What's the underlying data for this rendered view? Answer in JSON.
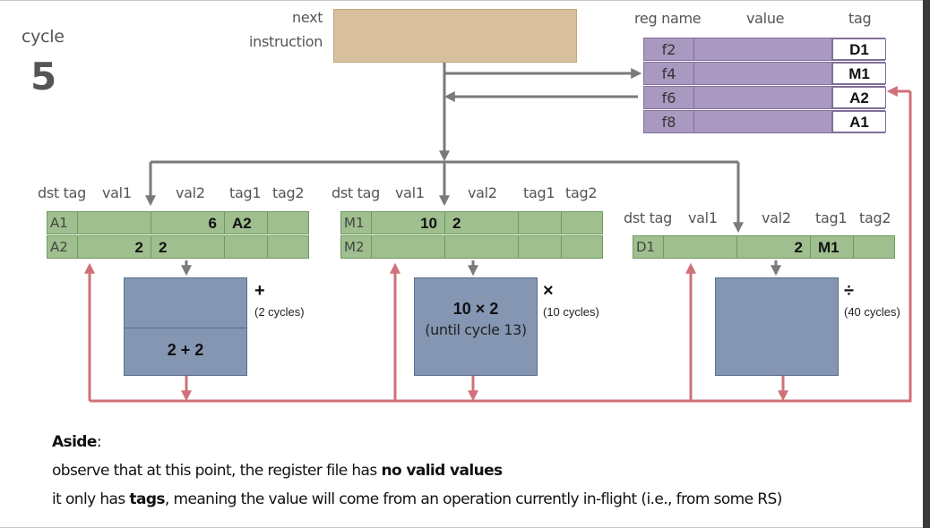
{
  "cycle": {
    "label": "cycle",
    "number": "5"
  },
  "next_instruction": {
    "label_line1": "next",
    "label_line2": "instruction"
  },
  "register_file": {
    "headers": {
      "name": "reg name",
      "value": "value",
      "tag": "tag"
    },
    "rows": [
      {
        "name": "f2",
        "value": "",
        "tag": "D1"
      },
      {
        "name": "f4",
        "value": "",
        "tag": "M1"
      },
      {
        "name": "f6",
        "value": "",
        "tag": "A2"
      },
      {
        "name": "f8",
        "value": "",
        "tag": "A1"
      }
    ]
  },
  "rs_headers": {
    "dst_tag": "dst tag",
    "val1": "val1",
    "val2": "val2",
    "tag1": "tag1",
    "tag2": "tag2"
  },
  "adder": {
    "rows": [
      {
        "dst": "A1",
        "val1": "",
        "val2": "6",
        "tag1": "A2",
        "tag2": ""
      },
      {
        "dst": "A2",
        "val1": "2",
        "val2": "2",
        "tag1": "",
        "tag2": ""
      }
    ],
    "op": "+",
    "latency": "(2 cycles)",
    "stage1": "",
    "stage2": "2 + 2"
  },
  "multiplier": {
    "rows": [
      {
        "dst": "M1",
        "val1": "10",
        "val2": "2",
        "tag1": "",
        "tag2": ""
      },
      {
        "dst": "M2",
        "val1": "",
        "val2": "",
        "tag1": "",
        "tag2": ""
      }
    ],
    "op": "×",
    "latency": "(10 cycles)",
    "line1": "10 × 2",
    "line2": "(until cycle 13)"
  },
  "divider": {
    "rows": [
      {
        "dst": "D1",
        "val1": "",
        "val2": "2",
        "tag1": "M1",
        "tag2": ""
      }
    ],
    "op": "÷",
    "latency": "(40 cycles)"
  },
  "aside": {
    "title": "Aside",
    "colon": ":",
    "line1_pre": "observe that at this point, the register file has ",
    "line1_bold": "no valid values",
    "line2_pre": "it only has ",
    "line2_bold": "tags",
    "line2_post": ", meaning the value will come from an operation currently in-flight (i.e., from some RS)"
  },
  "colors": {
    "bus": "#d07078",
    "arrow": "#7a7a7a",
    "rs": "#9fbf8f",
    "regfile": "#a999c0",
    "fu": "#8496b2",
    "instr": "#d8bf9d"
  }
}
